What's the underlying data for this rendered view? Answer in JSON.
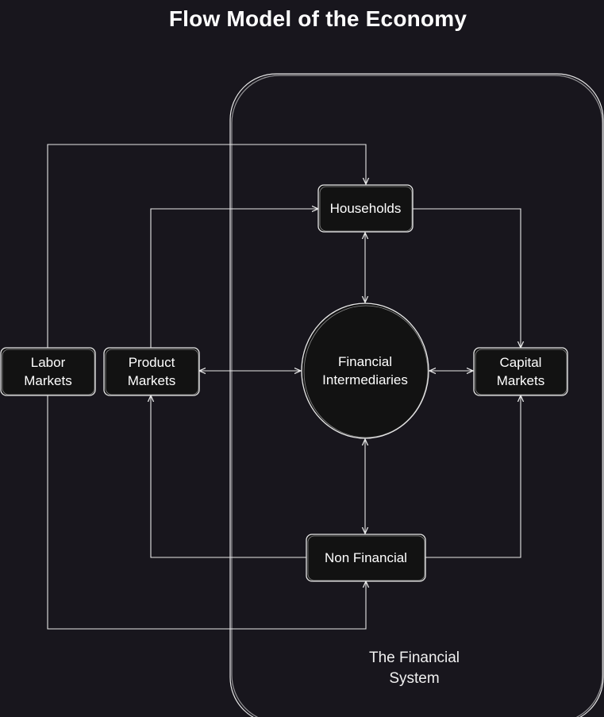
{
  "title": "Flow Model of the Economy",
  "colors": {
    "background": "#18161d",
    "stroke": "#e8e8e8",
    "node_fill": "#121212",
    "text": "#ffffff"
  },
  "nodes": {
    "households": "Households",
    "labor_markets": "Labor\nMarkets",
    "product_markets": "Product\nMarkets",
    "financial_intermediaries": "Financial\nIntermediaries",
    "capital_markets": "Capital\nMarkets",
    "non_financial": "Non Financial"
  },
  "financial_system_label": "The Financial\nSystem"
}
